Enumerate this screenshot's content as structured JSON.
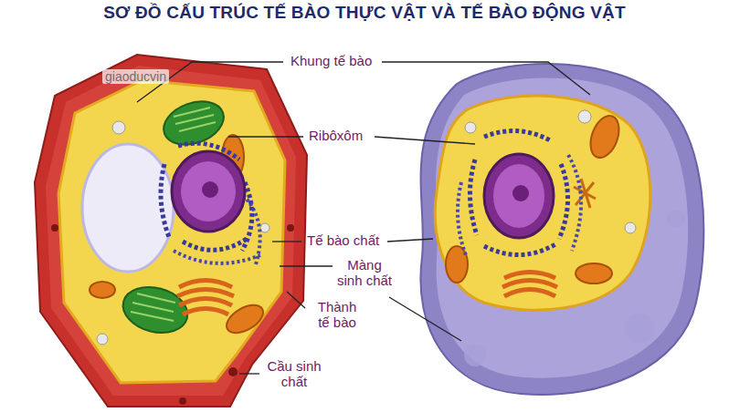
{
  "diagram": {
    "title": "SƠ ĐỒ CẤU TRÚC TẾ BÀO THỰC VẬT VÀ TẾ BÀO ĐỘNG VẬT",
    "labels": [
      "Khung tế bào",
      "Ribôxôm",
      "Tế bào chất",
      "Màng sinh chất",
      "Thành tế bào",
      "Cầu sinh chất",
      "giaoducvin"
    ]
  }
}
